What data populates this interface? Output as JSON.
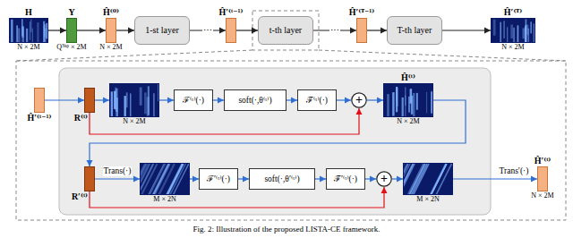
{
  "diagram": {
    "caption": "Fig. 2: Illustration of the proposed LISTA-CE framework.",
    "nodes": [
      {
        "text": [
          "H",
          "N × 2M"
        ]
      },
      {
        "text": [
          "Y",
          "Qᴺˢᵖ × 2M"
        ]
      },
      {
        "text": [
          "Ĥ⁽⁰⁾",
          "N × 2M"
        ]
      },
      {
        "text": [
          "1-st layer"
        ]
      },
      {
        "text": [
          "Ĥ′⁽ᵗ⁻¹⁾"
        ]
      },
      {
        "text": [
          "t-th layer"
        ]
      },
      {
        "text": [
          "Ĥ′⁽ᵀ⁻¹⁾"
        ]
      },
      {
        "text": [
          "T-th layer"
        ]
      },
      {
        "text": [
          "Ĥ′⁽ᵀ⁾",
          "N × 2M"
        ]
      },
      {
        "text": [
          "Ĥ′⁽ᵗ⁻¹⁾"
        ]
      },
      {
        "text": [
          "R⁽ᵗ⁾"
        ]
      },
      {
        "text": [
          "N × 2M"
        ]
      },
      {
        "text": [
          "ℱ⁽ᵗ⁾(·)"
        ]
      },
      {
        "text": [
          "soft(·,θ⁽ᵗ⁾)"
        ]
      },
      {
        "text": [
          "ℱ̃⁽ᵗ⁾(·)"
        ]
      },
      {
        "text": [
          "+"
        ]
      },
      {
        "text": [
          "Ĥ⁽ᵗ⁾",
          "N × 2M"
        ]
      },
      {
        "text": [
          "R′⁽ᵗ⁾"
        ]
      },
      {
        "text": [
          "M × 2N"
        ]
      },
      {
        "text": [
          "ℱ′⁽ᵗ⁾(·)"
        ]
      },
      {
        "text": [
          "soft(·,θ′⁽ᵗ⁾)"
        ]
      },
      {
        "text": [
          "ℱ̃′⁽ᵗ⁾(·)"
        ]
      },
      {
        "text": [
          "+"
        ]
      },
      {
        "text": [
          "M × 2N"
        ]
      },
      {
        "text": [
          "Ĥ′⁽ᵗ⁾",
          "N × 2M"
        ]
      }
    ],
    "edges": [
      {
        "from": 0,
        "to": 1,
        "arrow": "to"
      },
      {
        "from": 1,
        "to": 2,
        "arrow": "to"
      },
      {
        "from": 2,
        "to": 3,
        "arrow": "to"
      },
      {
        "from": 3,
        "to": 4,
        "arrow": "to",
        "label": "⋯"
      },
      {
        "from": 4,
        "to": 5,
        "arrow": "to"
      },
      {
        "from": 5,
        "to": 6,
        "arrow": "to",
        "label": "⋯"
      },
      {
        "from": 6,
        "to": 7,
        "arrow": "to"
      },
      {
        "from": 7,
        "to": 8,
        "arrow": "to"
      },
      {
        "from": 9,
        "to": 10,
        "arrow": "to"
      },
      {
        "from": 10,
        "to": 11,
        "arrow": "to"
      },
      {
        "from": 11,
        "to": 12,
        "arrow": "to"
      },
      {
        "from": 12,
        "to": 13,
        "arrow": "to"
      },
      {
        "from": 13,
        "to": 14,
        "arrow": "to"
      },
      {
        "from": 14,
        "to": 15,
        "arrow": "to"
      },
      {
        "from": 15,
        "to": 16,
        "arrow": "to"
      },
      {
        "from": 10,
        "to": 15,
        "arrow": "to"
      },
      {
        "from": 16,
        "to": 17,
        "arrow": "to"
      },
      {
        "from": 17,
        "to": 18,
        "arrow": "to",
        "label": "Trans(·)"
      },
      {
        "from": 18,
        "to": 19,
        "arrow": "to"
      },
      {
        "from": 19,
        "to": 20,
        "arrow": "to"
      },
      {
        "from": 20,
        "to": 21,
        "arrow": "to"
      },
      {
        "from": 21,
        "to": 22,
        "arrow": "to"
      },
      {
        "from": 22,
        "to": 23,
        "arrow": "to"
      },
      {
        "from": 17,
        "to": 22,
        "arrow": "to"
      },
      {
        "from": 23,
        "to": 24,
        "arrow": "to",
        "label": "Trans′(·)"
      }
    ]
  }
}
